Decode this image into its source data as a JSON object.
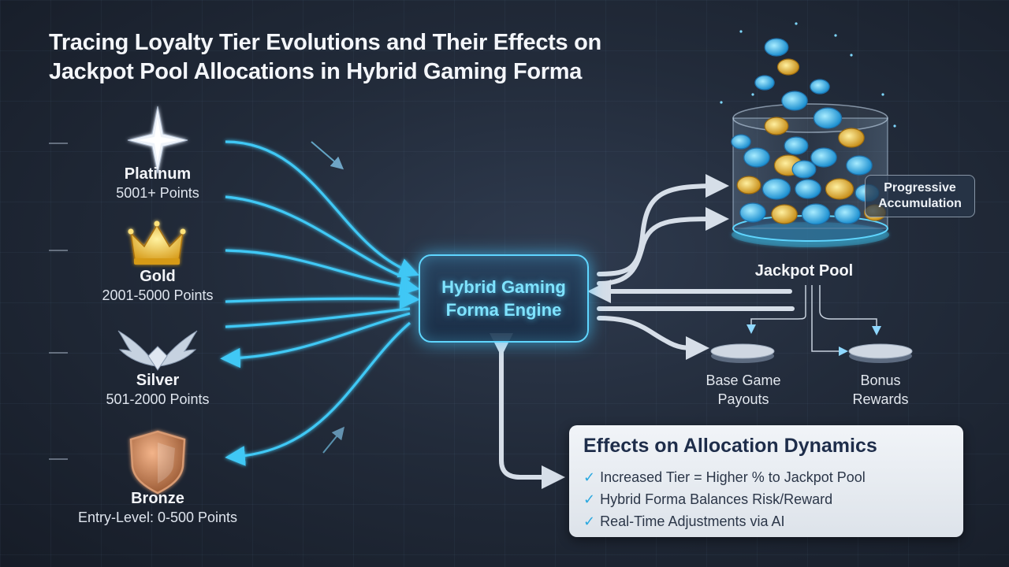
{
  "title": {
    "line1": "Tracing Loyalty Tier Evolutions and Their Effects on",
    "line2": "Jackpot Pool Allocations in Hybrid Gaming Forma"
  },
  "tiers": [
    {
      "name": "Platinum",
      "points": "5001+ Points",
      "icon": "star-icon",
      "color": "#dfe6f0"
    },
    {
      "name": "Gold",
      "points": "2001-5000 Points",
      "icon": "crown-icon",
      "color": "#f1c232"
    },
    {
      "name": "Silver",
      "points": "501-2000 Points",
      "icon": "wings-icon",
      "color": "#b9c6d6"
    },
    {
      "name": "Bronze",
      "points": "Entry-Level: 0-500 Points",
      "icon": "shield-icon",
      "color": "#c8784a"
    }
  ],
  "engine": {
    "line1": "Hybrid Gaming",
    "line2": "Forma Engine"
  },
  "jackpot": {
    "label": "Jackpot Pool",
    "badge_line1": "Progressive",
    "badge_line2": "Accumulation"
  },
  "outputs": {
    "base": {
      "line1": "Base Game",
      "line2": "Payouts"
    },
    "bonus": {
      "line1": "Bonus",
      "line2": "Rewards"
    }
  },
  "effects": {
    "heading": "Effects on Allocation Dynamics",
    "items": [
      "Increased Tier = Higher % to Jackpot Pool",
      "Hybrid Forma Balances Risk/Reward",
      "Real-Time Adjustments via AI"
    ]
  },
  "colors": {
    "accent": "#3fc8f5",
    "arrow": "#cfd8e3",
    "coin_blue": "#38b8f0",
    "coin_gold": "#e8b42c"
  }
}
